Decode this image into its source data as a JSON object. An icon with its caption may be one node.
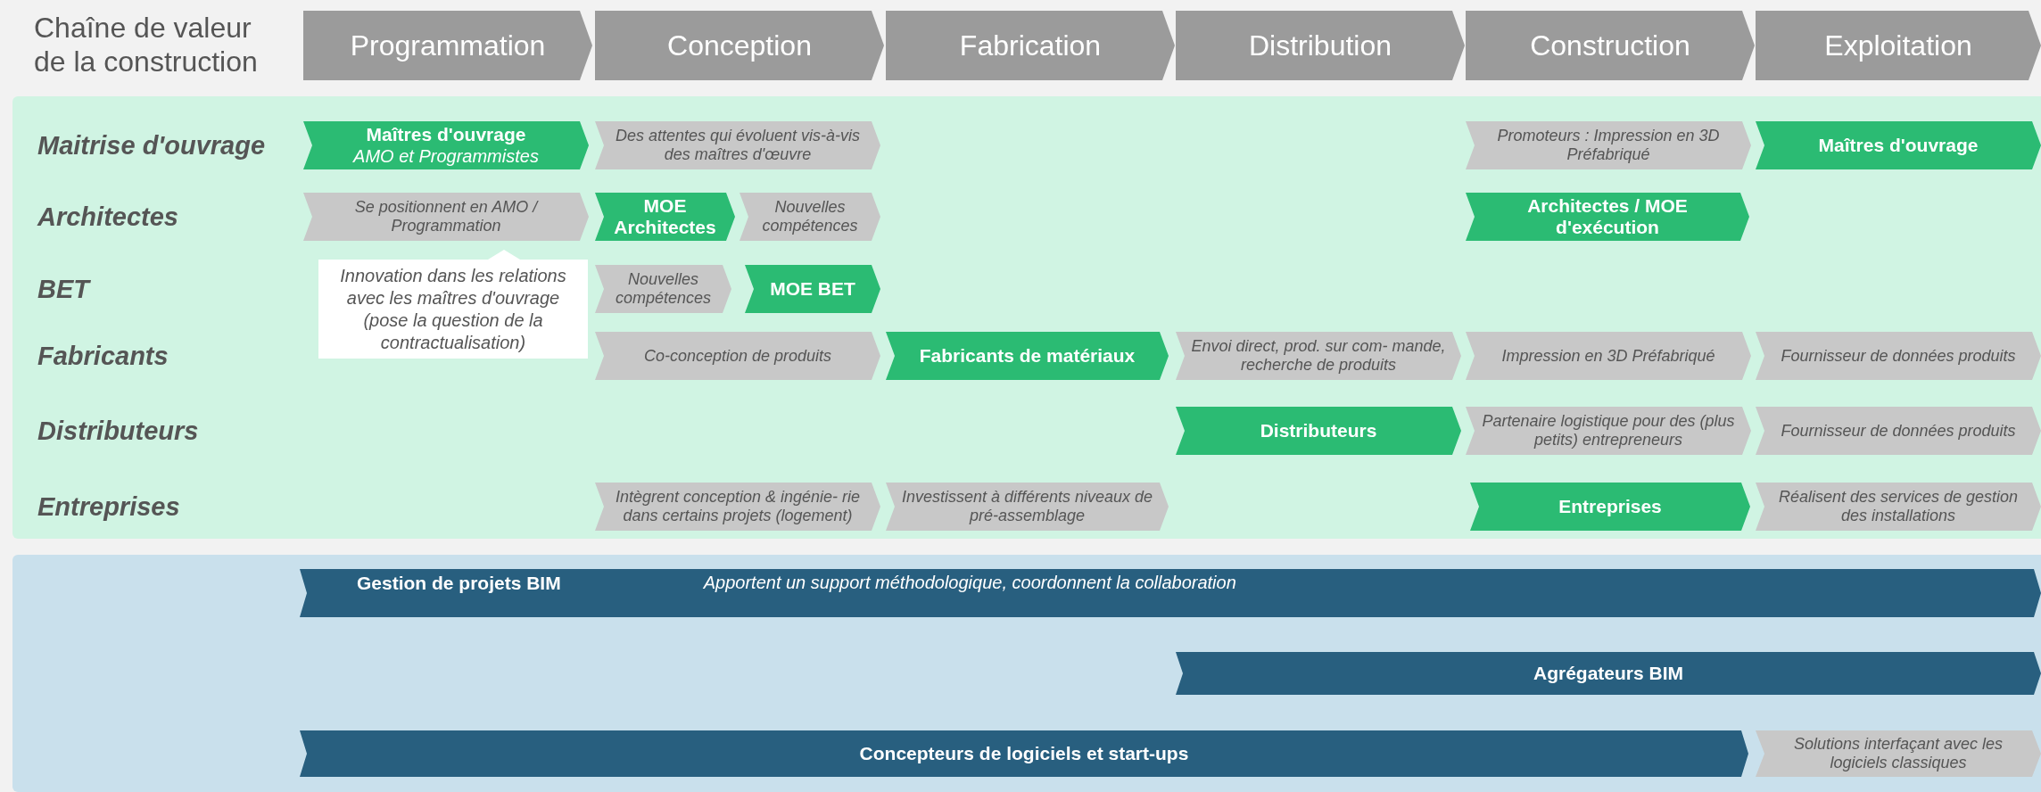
{
  "diagram": {
    "title": "Chaîne de valeur de la construction",
    "nodes": [
      {
        "text": [
          "Programmation"
        ]
      },
      {
        "text": [
          "Conception"
        ]
      },
      {
        "text": [
          "Fabrication"
        ]
      },
      {
        "text": [
          "Distribution"
        ]
      },
      {
        "text": [
          "Construction"
        ]
      },
      {
        "text": [
          "Exploitation"
        ]
      },
      {
        "text": [
          "Maîtres d'ouvrage",
          "AMO et Programmistes"
        ]
      },
      {
        "text": [
          "Des attentes qui évoluent vis-à-vis des maîtres d'œuvre"
        ]
      },
      {
        "text": [
          "Promoteurs : Impression en 3D Préfabriqué"
        ]
      },
      {
        "text": [
          "Maîtres d'ouvrage"
        ]
      },
      {
        "text": [
          "Se positionnent en AMO / Programmation"
        ]
      },
      {
        "text": [
          "MOE Architectes"
        ]
      },
      {
        "text": [
          "Nouvelles compétences"
        ]
      },
      {
        "text": [
          "Architectes / MOE d'exécution"
        ]
      },
      {
        "text": [
          "Innovation dans les relations avec les maîtres d'ouvrage (pose la question de la contractualisation)"
        ]
      },
      {
        "text": [
          "Nouvelles compétences"
        ]
      },
      {
        "text": [
          "MOE BET"
        ]
      },
      {
        "text": [
          "Co-conception de produits"
        ]
      },
      {
        "text": [
          "Fabricants de matériaux"
        ]
      },
      {
        "text": [
          "Envoi direct, prod. sur com- mande, recherche de produits"
        ]
      },
      {
        "text": [
          "Impression en 3D Préfabriqué"
        ]
      },
      {
        "text": [
          "Fournisseur de données produits"
        ]
      },
      {
        "text": [
          "Distributeurs"
        ]
      },
      {
        "text": [
          "Partenaire logistique pour des (plus petits) entrepreneurs"
        ]
      },
      {
        "text": [
          "Fournisseur de données produits"
        ]
      },
      {
        "text": [
          "Intègrent conception & ingénie- rie dans certains projets (logement)"
        ]
      },
      {
        "text": [
          "Investissent à différents niveaux de pré-assemblage"
        ]
      },
      {
        "text": [
          "Entreprises"
        ]
      },
      {
        "text": [
          "Réalisent des services de gestion des installations"
        ]
      },
      {
        "text": [
          "Gestion de projets BIM",
          "Apportent un support méthodologique, coordonnent la collaboration"
        ]
      },
      {
        "text": [
          "Agrégateurs BIM"
        ]
      },
      {
        "text": [
          "Concepteurs de logiciels et start-ups"
        ]
      },
      {
        "text": [
          "Solutions interfaçant avec les logiciels classiques"
        ]
      }
    ],
    "labels": [
      "Maitrise d'ouvrage",
      "Architectes",
      "BET",
      "Fabricants",
      "Distributeurs",
      "Entreprises"
    ]
  }
}
